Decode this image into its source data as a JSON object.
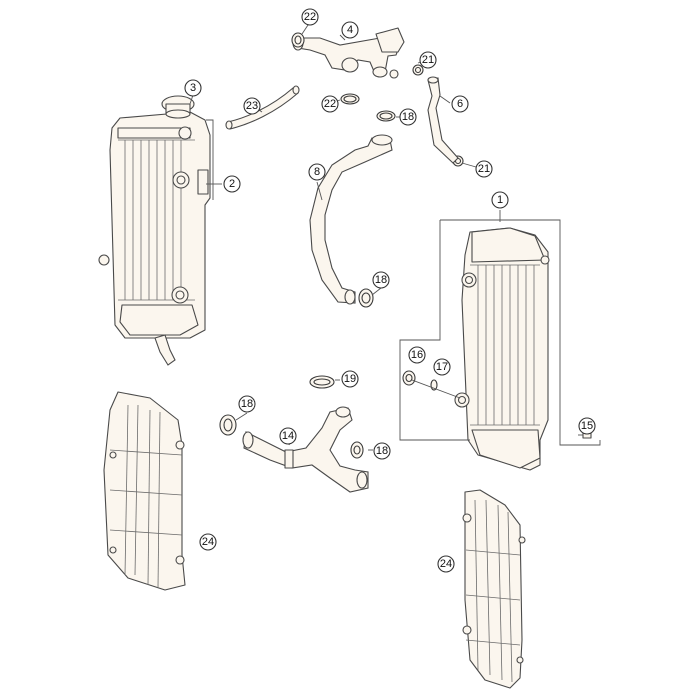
{
  "diagram": {
    "callouts": [
      {
        "id": "c1",
        "label": "1"
      },
      {
        "id": "c2",
        "label": "2"
      },
      {
        "id": "c3",
        "label": "3"
      },
      {
        "id": "c4",
        "label": "4"
      },
      {
        "id": "c6",
        "label": "6"
      },
      {
        "id": "c8",
        "label": "8"
      },
      {
        "id": "c14",
        "label": "14"
      },
      {
        "id": "c15",
        "label": "15"
      },
      {
        "id": "c16",
        "label": "16"
      },
      {
        "id": "c17",
        "label": "17"
      },
      {
        "id": "c18a",
        "label": "18"
      },
      {
        "id": "c18b",
        "label": "18"
      },
      {
        "id": "c18c",
        "label": "18"
      },
      {
        "id": "c18d",
        "label": "18"
      },
      {
        "id": "c19",
        "label": "19"
      },
      {
        "id": "c21a",
        "label": "21"
      },
      {
        "id": "c21b",
        "label": "21"
      },
      {
        "id": "c22a",
        "label": "22"
      },
      {
        "id": "c22b",
        "label": "22"
      },
      {
        "id": "c23",
        "label": "23"
      },
      {
        "id": "c24a",
        "label": "24"
      },
      {
        "id": "c24b",
        "label": "24"
      }
    ]
  }
}
